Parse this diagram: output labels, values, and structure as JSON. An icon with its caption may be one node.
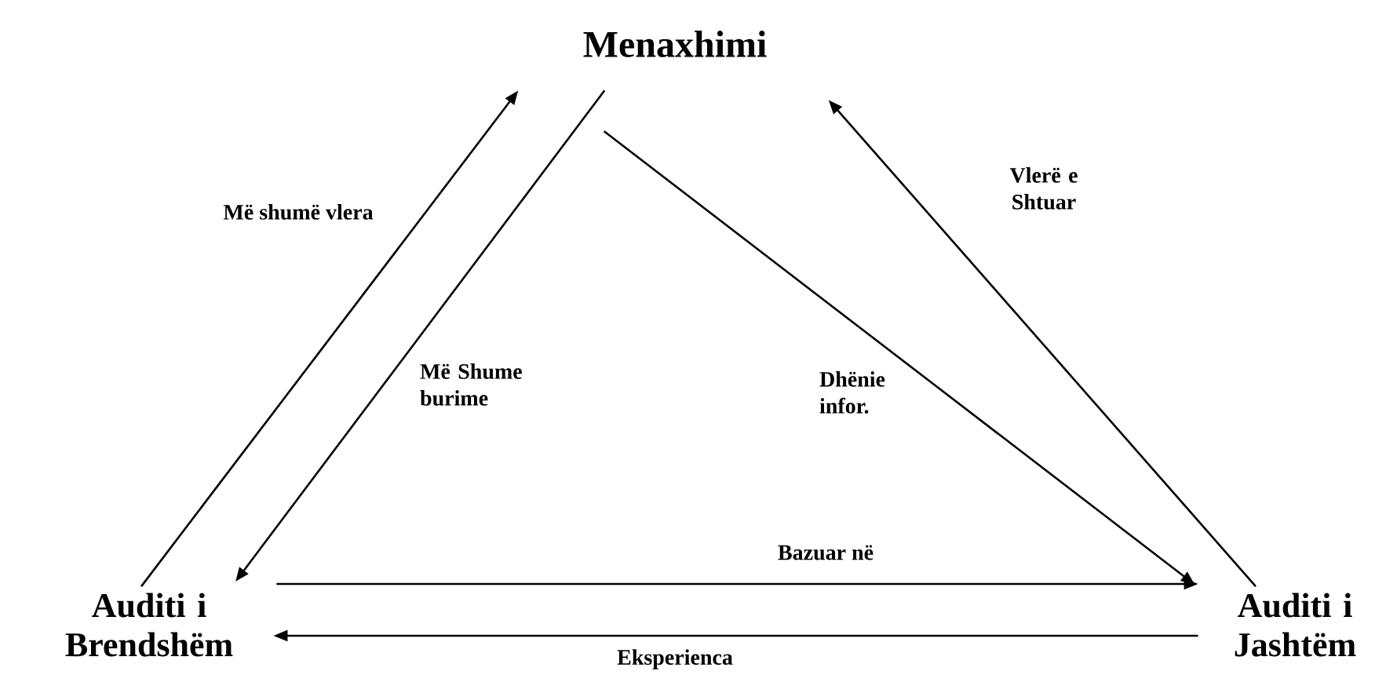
{
  "diagram": {
    "nodes": [
      {
        "text": [
          "Menaxhimi"
        ]
      },
      {
        "text": [
          "Auditi i Brendshëm"
        ]
      },
      {
        "text": [
          "Auditi i Jashtëm"
        ]
      }
    ],
    "edges": [
      {
        "from": 1,
        "to": 0,
        "arrow": "to",
        "label": "Më shumë vlera"
      },
      {
        "from": 0,
        "to": 1,
        "arrow": "to",
        "label": "Më Shume burime"
      },
      {
        "from": 0,
        "to": 2,
        "arrow": "to",
        "label": "Dhënie infor."
      },
      {
        "from": 2,
        "to": 0,
        "arrow": "to",
        "label": "Vlerë e Shtuar"
      },
      {
        "from": 1,
        "to": 2,
        "arrow": "to",
        "label": "Bazuar  në"
      },
      {
        "from": 2,
        "to": 1,
        "arrow": "to",
        "label": "Eksperienca"
      }
    ]
  }
}
